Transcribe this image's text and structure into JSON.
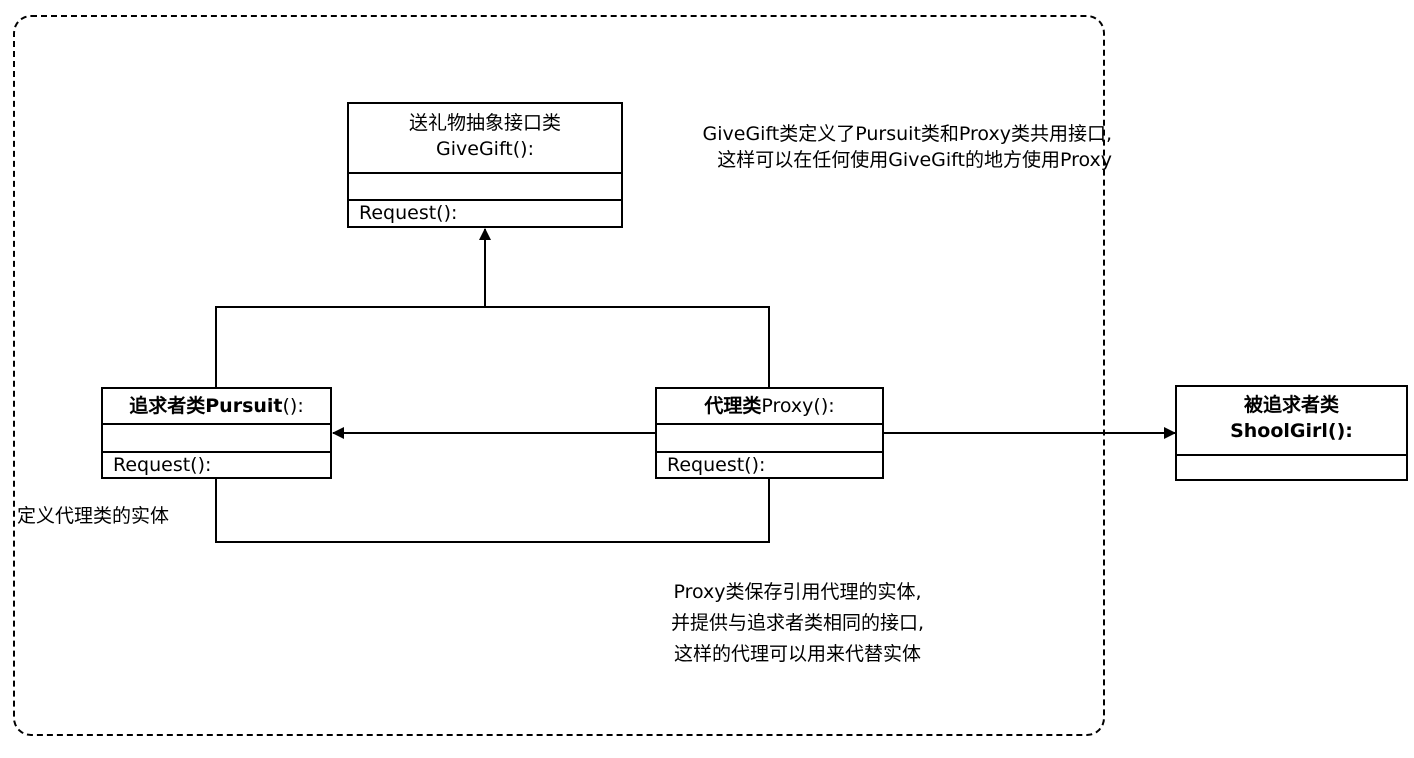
{
  "classes": {
    "givegift": {
      "line1": "送礼物抽象接口类",
      "line2": "GiveGift():",
      "op": "Request():"
    },
    "pursuit": {
      "name_bold": "追求者类Pursuit",
      "name_tail": "():",
      "op": "Request():"
    },
    "proxy": {
      "name_bold": "代理类",
      "name_tail": "Proxy():",
      "op": "Request():"
    },
    "schoolgirl": {
      "line1": "被追求者类",
      "line2": "ShoolGirl():"
    }
  },
  "notes": {
    "interface_line1": "GiveGift类定义了Pursuit类和Proxy类共用接口,",
    "interface_line2": "这样可以在任何使用GiveGift的地方使用Proxy",
    "entity": "定义代理类的实体",
    "proxy_line1": "Proxy类保存引用代理的实体,",
    "proxy_line2": "并提供与追求者类相同的接口,",
    "proxy_line3": "这样的代理可以用来代替实体"
  }
}
